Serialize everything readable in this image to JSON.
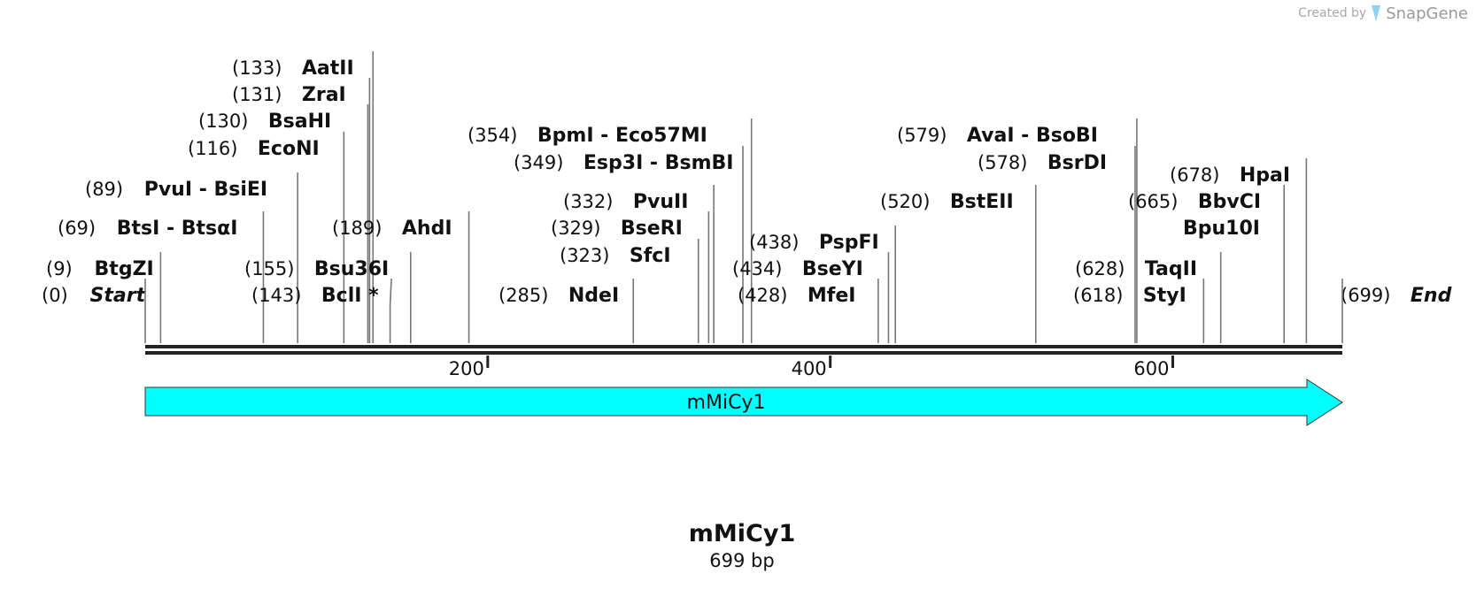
{
  "credit": {
    "prefix": "Created by",
    "brand": "SnapGene",
    "icon": "snapgene-logo-icon"
  },
  "sequence": {
    "name": "mMiCy1",
    "length_label": "699 bp",
    "length": 699
  },
  "ruler": {
    "ticks": [
      200,
      400,
      600
    ]
  },
  "features": [
    {
      "name": "mMiCy1",
      "start": 0,
      "end": 699,
      "direction": "forward",
      "color": "#00ffff"
    }
  ],
  "sites": [
    {
      "pos": "(0)",
      "name": "Start",
      "coord": 0,
      "italic": true
    },
    {
      "pos": "(9)",
      "name": "BtgZI",
      "coord": 9
    },
    {
      "pos": "(69)",
      "name": "BtsI - BtsαI",
      "coord": 69
    },
    {
      "pos": "(89)",
      "name": "PvuI - BsiEI",
      "coord": 89
    },
    {
      "pos": "(116)",
      "name": "EcoNI",
      "coord": 116
    },
    {
      "pos": "(130)",
      "name": "BsaHI",
      "coord": 130
    },
    {
      "pos": "(131)",
      "name": "ZraI",
      "coord": 131
    },
    {
      "pos": "(133)",
      "name": "AatII",
      "coord": 133
    },
    {
      "pos": "(143)",
      "name": "BclI *",
      "coord": 143
    },
    {
      "pos": "(155)",
      "name": "Bsu36I",
      "coord": 155
    },
    {
      "pos": "(189)",
      "name": "AhdI",
      "coord": 189
    },
    {
      "pos": "(285)",
      "name": "NdeI",
      "coord": 285
    },
    {
      "pos": "(323)",
      "name": "SfcI",
      "coord": 323
    },
    {
      "pos": "(329)",
      "name": "BseRI",
      "coord": 329
    },
    {
      "pos": "(332)",
      "name": "PvuII",
      "coord": 332
    },
    {
      "pos": "(349)",
      "name": "Esp3I - BsmBI",
      "coord": 349
    },
    {
      "pos": "(354)",
      "name": "BpmI - Eco57MI",
      "coord": 354
    },
    {
      "pos": "(428)",
      "name": "MfeI",
      "coord": 428
    },
    {
      "pos": "(434)",
      "name": "BseYI",
      "coord": 434
    },
    {
      "pos": "(438)",
      "name": "PspFI",
      "coord": 438
    },
    {
      "pos": "(520)",
      "name": "BstEII",
      "coord": 520
    },
    {
      "pos": "(578)",
      "name": "BsrDI",
      "coord": 578
    },
    {
      "pos": "(579)",
      "name": "AvaI - BsoBI",
      "coord": 579
    },
    {
      "pos": "(618)",
      "name": "StyI",
      "coord": 618
    },
    {
      "pos": "(628)",
      "name": "TaqII",
      "coord": 628
    },
    {
      "pos": "(665)",
      "name": "BbvCI",
      "coord": 665
    },
    {
      "pos": "",
      "name": "Bpu10I",
      "coord": 665
    },
    {
      "pos": "(678)",
      "name": "HpaI",
      "coord": 678
    },
    {
      "pos": "(699)",
      "name": "End",
      "coord": 699,
      "italic": true
    }
  ]
}
